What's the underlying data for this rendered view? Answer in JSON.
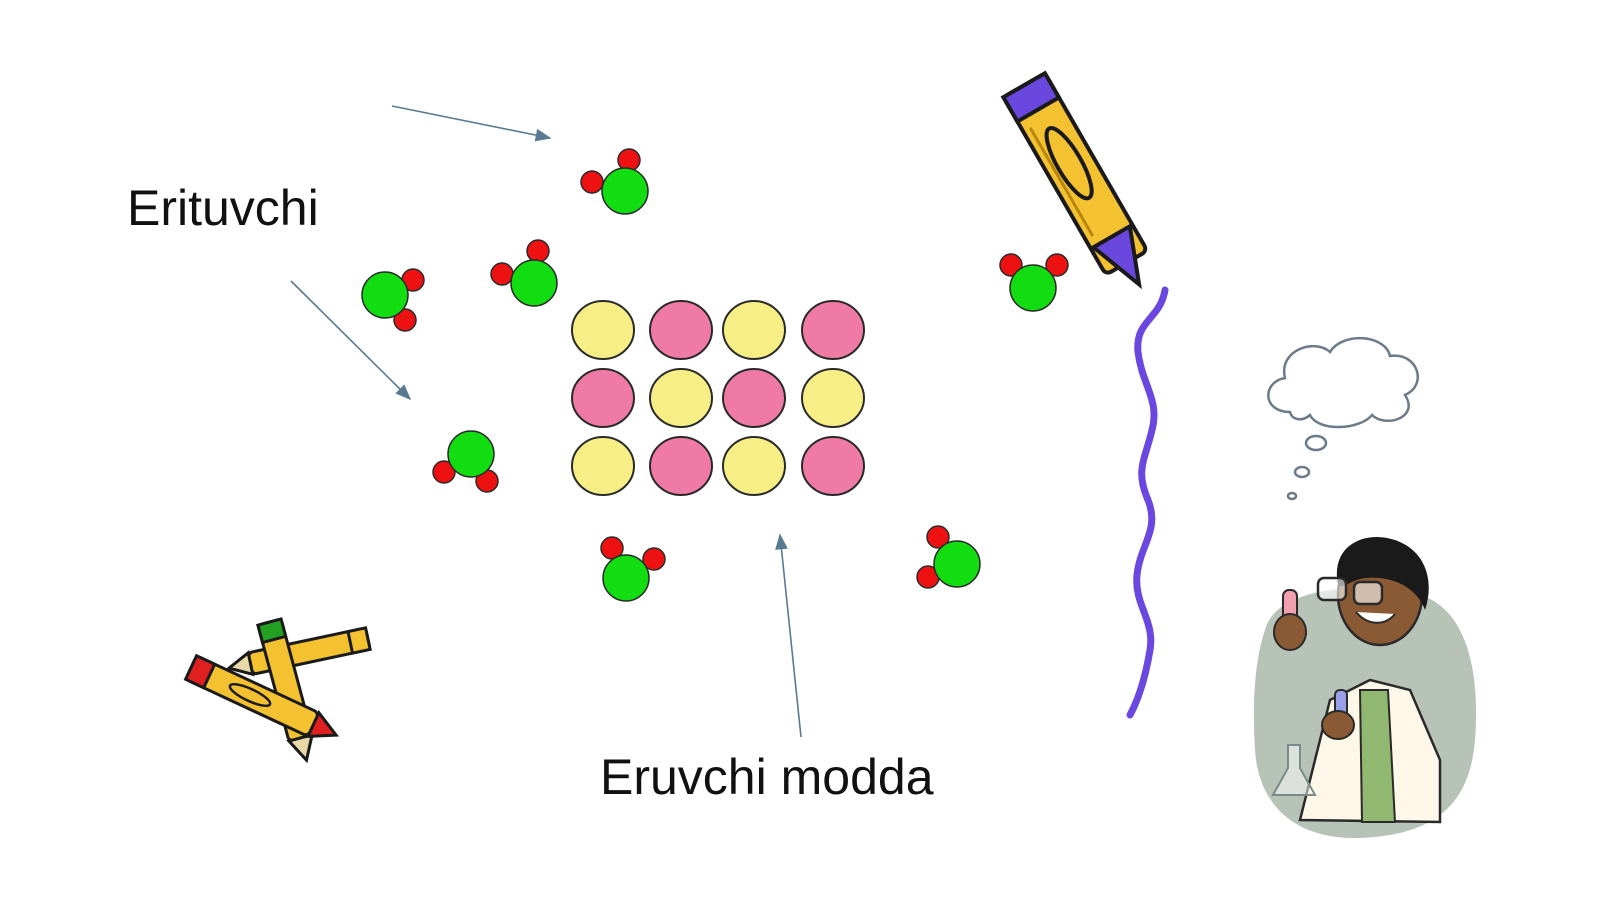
{
  "labels": {
    "solvent": "Erituvchi",
    "solute": "Eruvchi modda"
  },
  "colors": {
    "solute_yellow": "#f7ef86",
    "solute_pink": "#ee7aa5",
    "molecule_body": "#11dd11",
    "molecule_atom": "#ee1111",
    "arrow": "#5a7a94",
    "marker_scribble": "#6a48e0",
    "pencil_body": "#f4c230",
    "text": "#111111"
  },
  "solute_grid": [
    [
      "yellow",
      "pink",
      "yellow",
      "pink"
    ],
    [
      "pink",
      "yellow",
      "pink",
      "yellow"
    ],
    [
      "yellow",
      "pink",
      "yellow",
      "pink"
    ]
  ],
  "icons": [
    "crayon-icon",
    "pencils-icon",
    "scientist-icon",
    "thought-cloud-icon"
  ]
}
